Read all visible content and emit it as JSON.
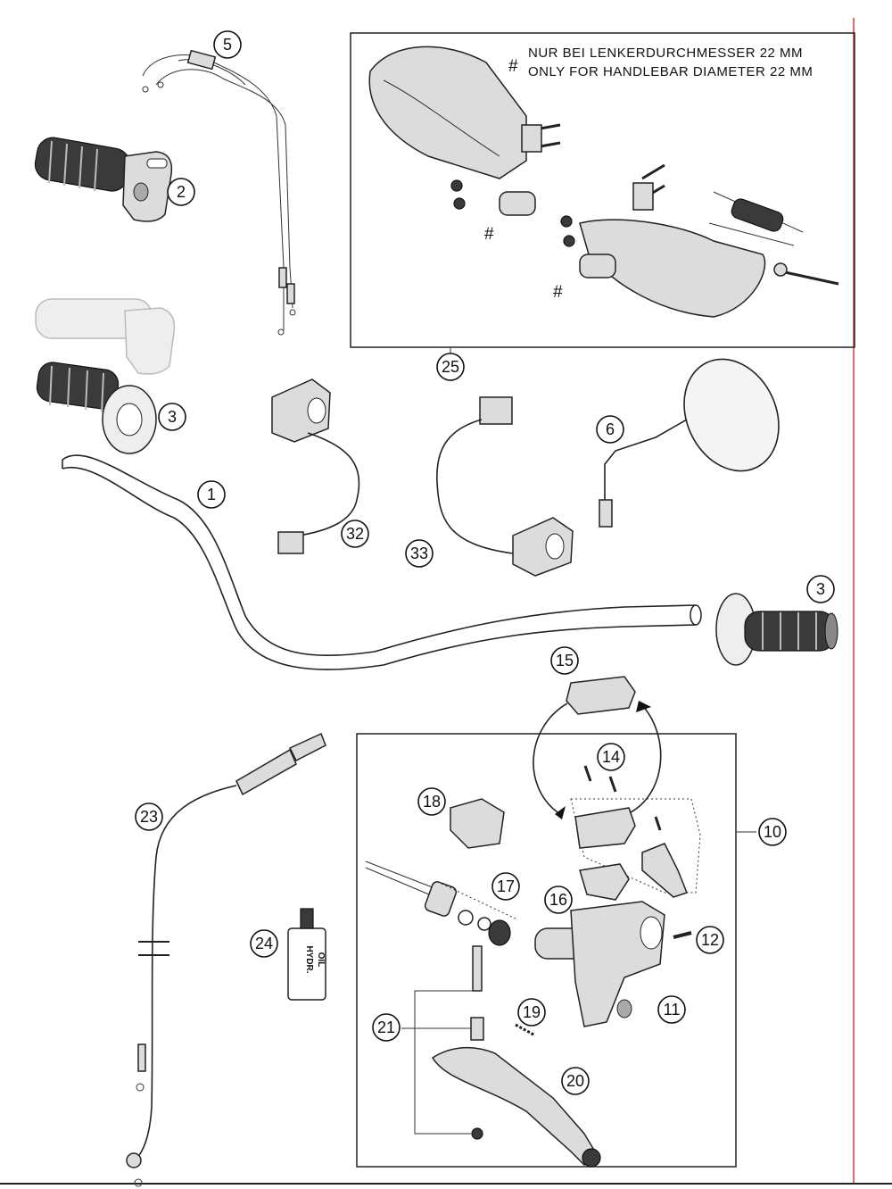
{
  "callouts": {
    "c1": "1",
    "c2": "2",
    "c3a": "3",
    "c3b": "3",
    "c5": "5",
    "c6": "6",
    "c10": "10",
    "c11": "11",
    "c12": "12",
    "c14": "14",
    "c15": "15",
    "c16": "16",
    "c17": "17",
    "c18": "18",
    "c19": "19",
    "c20": "20",
    "c21": "21",
    "c23": "23",
    "c24": "24",
    "c25": "25",
    "c32": "32",
    "c33": "33"
  },
  "note": {
    "symbol": "#",
    "line_de": "NUR BEI LENKERDURCHMESSER 22 MM",
    "line_en": "ONLY FOR HANDLEBAR DIAMETER 22 MM"
  },
  "hash_marks": {
    "h1": "#",
    "h2": "#"
  },
  "oil_bottle": {
    "line1": "HYDR.",
    "line2": "OIL"
  },
  "colors": {
    "ink": "#222222",
    "accent_border": "#d23c3c"
  }
}
